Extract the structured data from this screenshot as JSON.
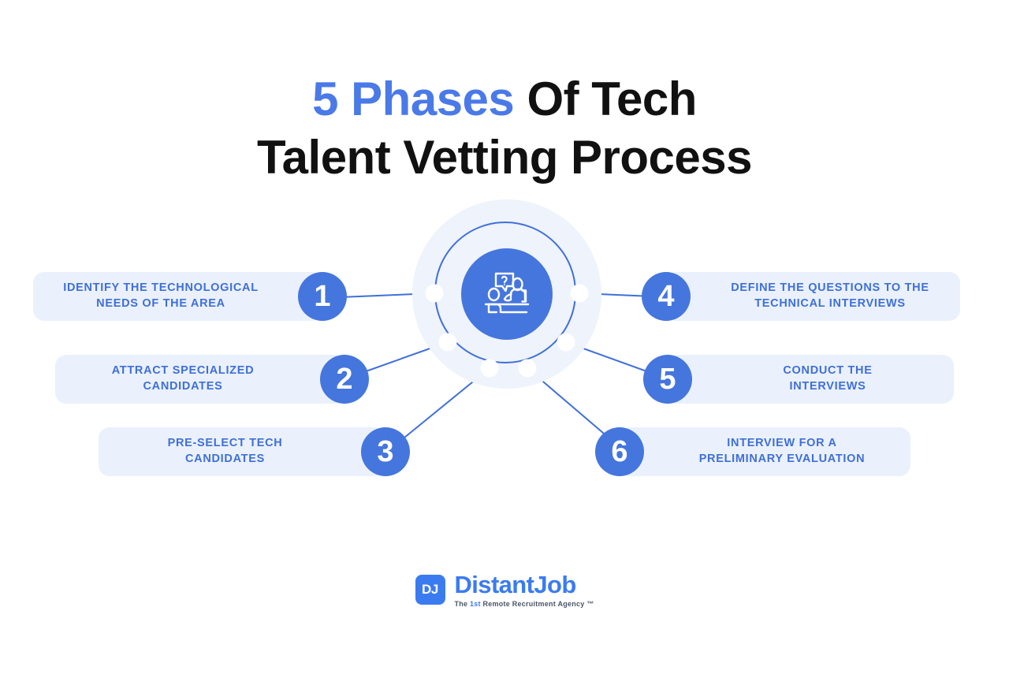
{
  "title": {
    "line1_accent": "5 Phases",
    "line1_rest": " Of Tech",
    "line2": "Talent Vetting Process"
  },
  "center": {
    "icon": "interview-question-icon",
    "icon_label": "?"
  },
  "steps": [
    {
      "number": "1",
      "label": "IDENTIFY THE TECHNOLOGICAL\nNEEDS OF THE AREA",
      "side": "left"
    },
    {
      "number": "2",
      "label": "ATTRACT SPECIALIZED\nCANDIDATES",
      "side": "left"
    },
    {
      "number": "3",
      "label": "PRE-SELECT TECH\nCANDIDATES",
      "side": "left"
    },
    {
      "number": "4",
      "label": "DEFINE THE QUESTIONS TO THE\nTECHNICAL INTERVIEWS",
      "side": "right"
    },
    {
      "number": "5",
      "label": "CONDUCT THE\nINTERVIEWS",
      "side": "right"
    },
    {
      "number": "6",
      "label": "INTERVIEW FOR A\nPRELIMINARY EVALUATION",
      "side": "right"
    }
  ],
  "footer": {
    "logo_mark": "DJ",
    "logo_name": "DistantJob",
    "tagline_pre": "The ",
    "tagline_accent": "1st",
    "tagline_post": " Remote Recruitment Agency ™"
  },
  "colors": {
    "accent_blue": "#4a79e8",
    "badge_blue": "#4576dd",
    "pill_bg": "#eaf1fc",
    "halo_bg": "#eef3fc",
    "ring_stroke": "#3f6fd8",
    "title_dark": "#111111",
    "logo_blue": "#3b7bf0",
    "page_bg": "#ffffff"
  }
}
